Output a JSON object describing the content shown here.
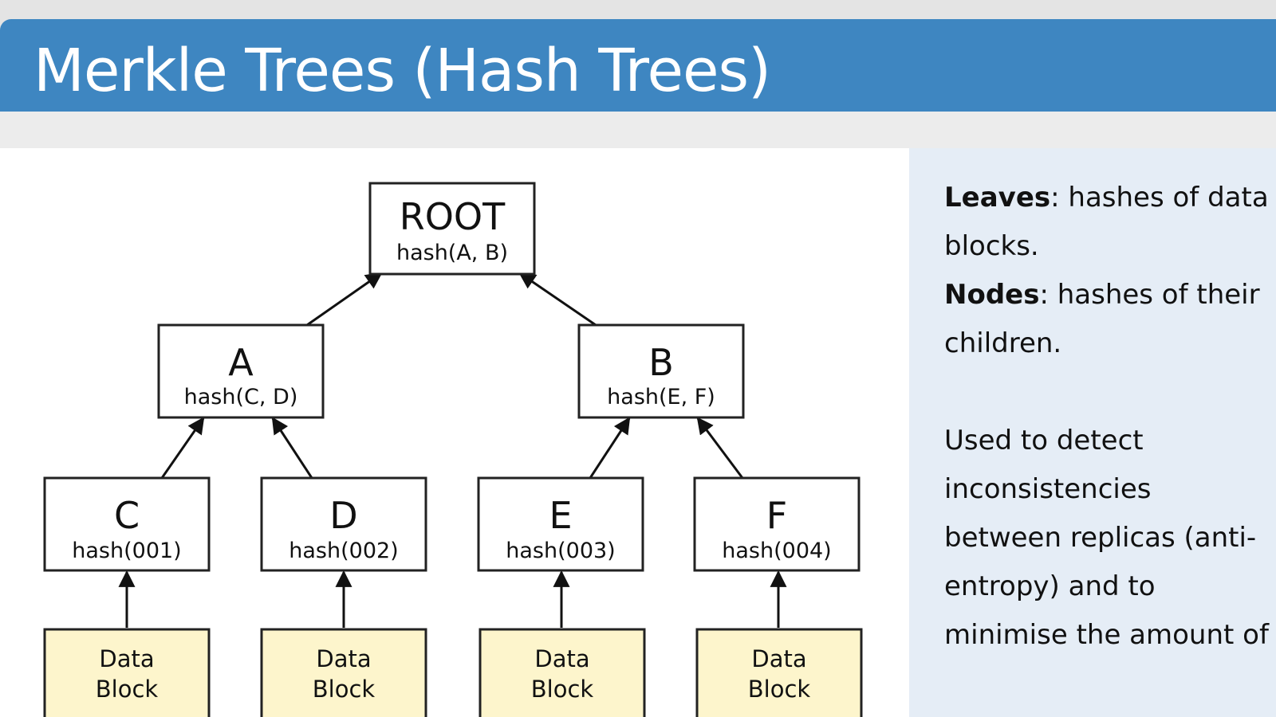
{
  "header": {
    "title": "Merkle Trees (Hash Trees)"
  },
  "tree": {
    "root": {
      "name": "ROOT",
      "hash": "hash(A, B)"
    },
    "level1": [
      {
        "name": "A",
        "hash": "hash(C, D)"
      },
      {
        "name": "B",
        "hash": "hash(E, F)"
      }
    ],
    "leaves": [
      {
        "name": "C",
        "hash": "hash(001)"
      },
      {
        "name": "D",
        "hash": "hash(002)"
      },
      {
        "name": "E",
        "hash": "hash(003)"
      },
      {
        "name": "F",
        "hash": "hash(004)"
      }
    ],
    "data_blocks": [
      {
        "line1": "Data",
        "line2": "Block"
      },
      {
        "line1": "Data",
        "line2": "Block"
      },
      {
        "line1": "Data",
        "line2": "Block"
      },
      {
        "line1": "Data",
        "line2": "Block"
      }
    ]
  },
  "side": {
    "leaves_term": "Leaves",
    "leaves_desc": ": hashes of data blocks.",
    "nodes_term": "Nodes",
    "nodes_desc": ": hashes of their children.",
    "paragraph": "Used to detect inconsistencies between replicas (anti-entropy) and to minimise the amount of"
  },
  "colors": {
    "title_bar": "#3e86c1",
    "data_block_fill": "#fdf5cc",
    "side_panel": "#e5edf6"
  }
}
